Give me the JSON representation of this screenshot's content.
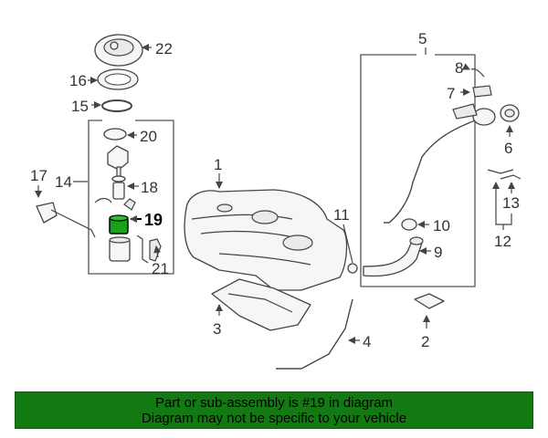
{
  "callouts": {
    "n1": "1",
    "n2": "2",
    "n3": "3",
    "n4": "4",
    "n5": "5",
    "n6": "6",
    "n7": "7",
    "n8": "8",
    "n9": "9",
    "n10": "10",
    "n11": "11",
    "n12": "12",
    "n13": "13",
    "n14": "14",
    "n15": "15",
    "n16": "16",
    "n17": "17",
    "n18": "18",
    "n19": "19",
    "n20": "20",
    "n21": "21",
    "n22": "22"
  },
  "highlight": {
    "part": "19",
    "color": "#1aa01a"
  },
  "footer": {
    "bg_color": "#137a13",
    "line1": "Part or sub-assembly is #19 in diagram",
    "line2": "Diagram may not be specific to your vehicle"
  }
}
